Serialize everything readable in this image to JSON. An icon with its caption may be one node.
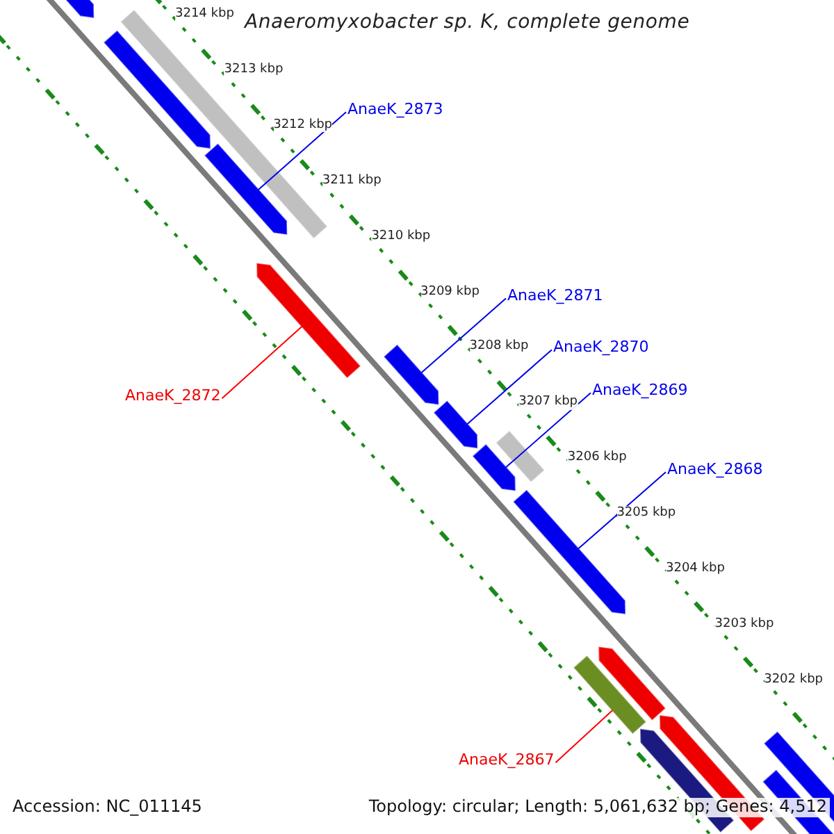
{
  "diagram": {
    "title": "Anaeromyxobacter sp. K, complete genome",
    "nodes": [
      {
        "text": [],
        "shape": "arrow"
      },
      {
        "text": [],
        "shape": "bar"
      },
      {
        "text": [],
        "shape": "arrow"
      },
      {
        "text": [
          "AnaeK_2873"
        ]
      },
      {
        "text": [],
        "shape": "arrow"
      },
      {
        "text": [
          "AnaeK_2872"
        ]
      },
      {
        "text": [],
        "shape": "arrow"
      },
      {
        "text": [
          "AnaeK_2871"
        ]
      },
      {
        "text": [],
        "shape": "arrow"
      },
      {
        "text": [
          "AnaeK_2870"
        ]
      },
      {
        "text": [],
        "shape": "arrow"
      },
      {
        "text": [
          "AnaeK_2869"
        ]
      },
      {
        "text": [],
        "shape": "arrow"
      },
      {
        "text": [],
        "shape": "bar"
      },
      {
        "text": [
          "AnaeK_2868"
        ]
      },
      {
        "text": [],
        "shape": "arrow"
      },
      {
        "text": [],
        "shape": "arrow"
      },
      {
        "text": [
          "AnaeK_2867"
        ]
      },
      {
        "text": [],
        "shape": "bar"
      },
      {
        "text": [],
        "shape": "arrow"
      },
      {
        "text": [],
        "shape": "arrow"
      },
      {
        "text": [],
        "shape": "arrow"
      },
      {
        "text": [],
        "shape": "arrow"
      }
    ],
    "edges": [
      {
        "from": 3,
        "to": 4,
        "arrow": "none"
      },
      {
        "from": 5,
        "to": 6,
        "arrow": "none",
        "color": "#ff0000"
      },
      {
        "from": 7,
        "to": 8,
        "arrow": "none"
      },
      {
        "from": 9,
        "to": 10,
        "arrow": "none"
      },
      {
        "from": 11,
        "to": 12,
        "arrow": "none"
      },
      {
        "from": 14,
        "to": 15,
        "arrow": "none"
      },
      {
        "from": 17,
        "to": 18,
        "arrow": "none",
        "color": "#ff0000"
      }
    ],
    "labels": [
      "3214 kbp",
      "3213 kbp",
      "3212 kbp",
      "3211 kbp",
      "3210 kbp",
      "3209 kbp",
      "3208 kbp",
      "3207 kbp",
      "3206 kbp",
      "3205 kbp",
      "3204 kbp",
      "3203 kbp",
      "3202 kbp",
      "Accession: NC_011145",
      "Topology: circular; Length: 5,061,632 bp; Genes: 4,512"
    ]
  }
}
